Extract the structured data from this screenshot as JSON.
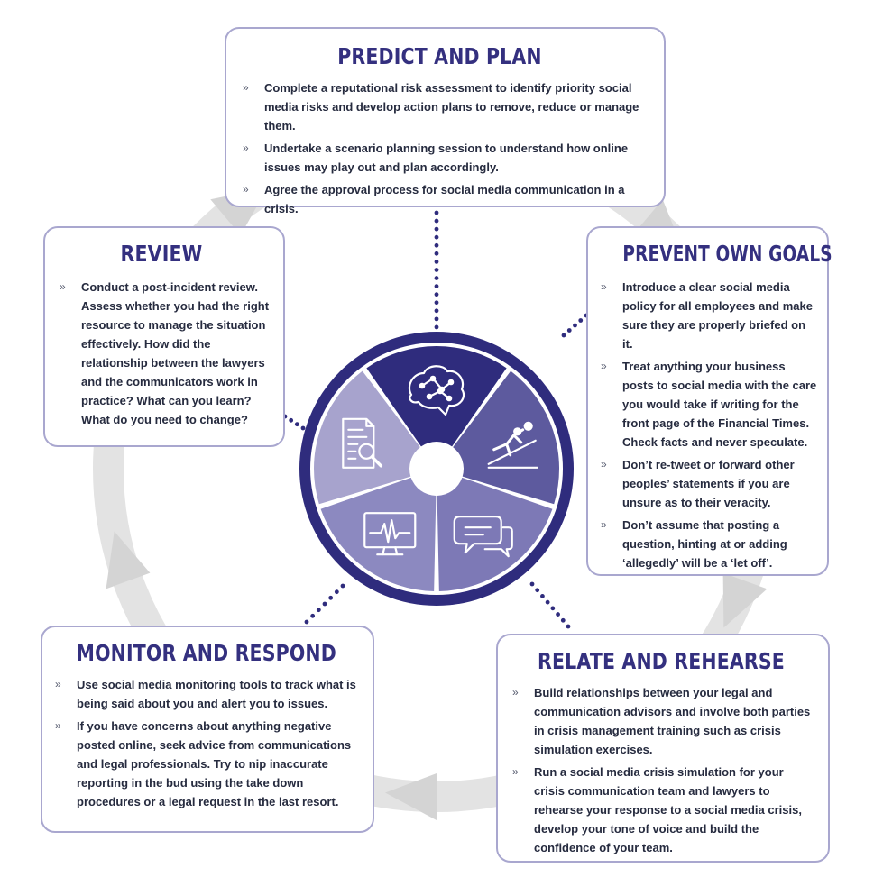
{
  "colors": {
    "heading": "#34307f",
    "border": "#a9a7cf",
    "wheel_dark": "#2f2c7d",
    "wheel_mid": "#5d5a9e",
    "wheel_light": "#a7a3cd",
    "ring": "#e3e3e3",
    "text": "#262b3f"
  },
  "bullet_glyph": "»",
  "sections": {
    "predict": {
      "title": "PREDICT AND PLAN",
      "items": [
        "Complete a reputational risk assessment to identify priority social media risks and develop action plans to remove, reduce or manage them.",
        "Undertake a scenario planning session to understand how online issues may play out and plan accordingly.",
        "Agree the approval process for social media communication in a crisis."
      ]
    },
    "review": {
      "title": "REVIEW",
      "items": [
        "Conduct a post-incident review. Assess whether you had the right resource to manage the situation effectively. How did the relationship between the lawyers and the communicators work in practice? What can you learn? What do you need to change?"
      ]
    },
    "prevent": {
      "title": "PREVENT OWN GOALS",
      "items": [
        "Introduce a clear social media policy for all employees and make sure they are properly briefed on it.",
        "Treat anything your business posts to social media with the care you would take if writing for the front page of the Financial Times.  Check facts and never speculate.",
        "Don’t re-tweet or forward other peoples’ statements if you are unsure as to their veracity.",
        "Don’t assume that posting a question, hinting at or adding ‘allegedly’ will be a ‘let off’."
      ]
    },
    "monitor": {
      "title": "MONITOR AND RESPOND",
      "items": [
        "Use social media monitoring tools to track what is being said about you and alert you to issues.",
        "If you have concerns about anything negative posted online, seek advice from communications and legal professionals. Try to nip inaccurate reporting in the bud using the take down procedures or a legal request in the last resort."
      ]
    },
    "relate": {
      "title": "RELATE AND REHEARSE",
      "items": [
        "Build relationships between your legal and communication advisors and involve both parties in crisis management training such as crisis simulation exercises.",
        "Run a social media crisis simulation for your crisis communication team and lawyers to rehearse your response to a social media crisis, develop your tone of voice and build the confidence of your team."
      ]
    }
  },
  "wheel": {
    "segments": [
      {
        "key": "predict",
        "icon": "brain-icon",
        "color": "#2f2c7d"
      },
      {
        "key": "prevent",
        "icon": "own-goal-icon",
        "color": "#5d5a9e"
      },
      {
        "key": "relate",
        "icon": "speech-bubbles-icon",
        "color": "#7d79b6"
      },
      {
        "key": "monitor",
        "icon": "heartbeat-monitor-icon",
        "color": "#8c89c0"
      },
      {
        "key": "review",
        "icon": "document-search-icon",
        "color": "#a7a3cd"
      }
    ]
  }
}
